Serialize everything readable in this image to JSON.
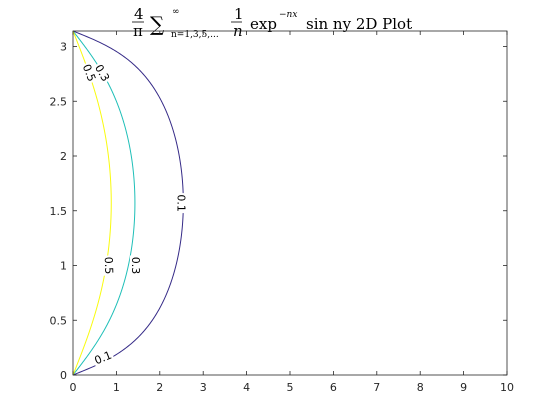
{
  "chart_data": {
    "type": "contour",
    "title": {
      "frac_num": "4",
      "frac_den": "π",
      "sum": "∑",
      "sum_upper": "∞",
      "sum_lower": "n=1,3,5,...",
      "frac2_num": "1",
      "frac2_den": "n",
      "exp_text": "exp",
      "exp_power": "−nx",
      "rest": "sin ny  2D Plot"
    },
    "xlim": [
      0,
      10
    ],
    "ylim": [
      0,
      3.14159
    ],
    "x_ticks": [
      0,
      1,
      2,
      3,
      4,
      5,
      6,
      7,
      8,
      9,
      10
    ],
    "x_tick_labels": [
      "0",
      "1",
      "2",
      "3",
      "4",
      "5",
      "6",
      "7",
      "8",
      "9",
      "10"
    ],
    "y_ticks": [
      0,
      0.5,
      1,
      1.5,
      2,
      2.5,
      3
    ],
    "y_tick_labels": [
      "0",
      "0.5",
      "1",
      "1.5",
      "2",
      "2.5",
      "3"
    ],
    "grid": false,
    "levels": [
      {
        "level": 0.1,
        "color": "#352a87"
      },
      {
        "level": 0.3,
        "color": "#1fbfb8"
      },
      {
        "level": 0.5,
        "color": "#f9fb0e"
      }
    ],
    "level_labels": [
      {
        "text": "0.1",
        "x": 2.5,
        "y": 1.57,
        "rot": 90
      },
      {
        "text": "0.1",
        "x": 0.69,
        "y": 0.16,
        "rot": -22
      },
      {
        "text": "0.3",
        "x": 0.68,
        "y": 2.76,
        "rot": 60
      },
      {
        "text": "0.3",
        "x": 1.45,
        "y": 1.0,
        "rot": 90
      },
      {
        "text": "0.5",
        "x": 0.38,
        "y": 2.76,
        "rot": 68
      },
      {
        "text": "0.5",
        "x": 0.83,
        "y": 1.0,
        "rot": 88
      }
    ]
  }
}
